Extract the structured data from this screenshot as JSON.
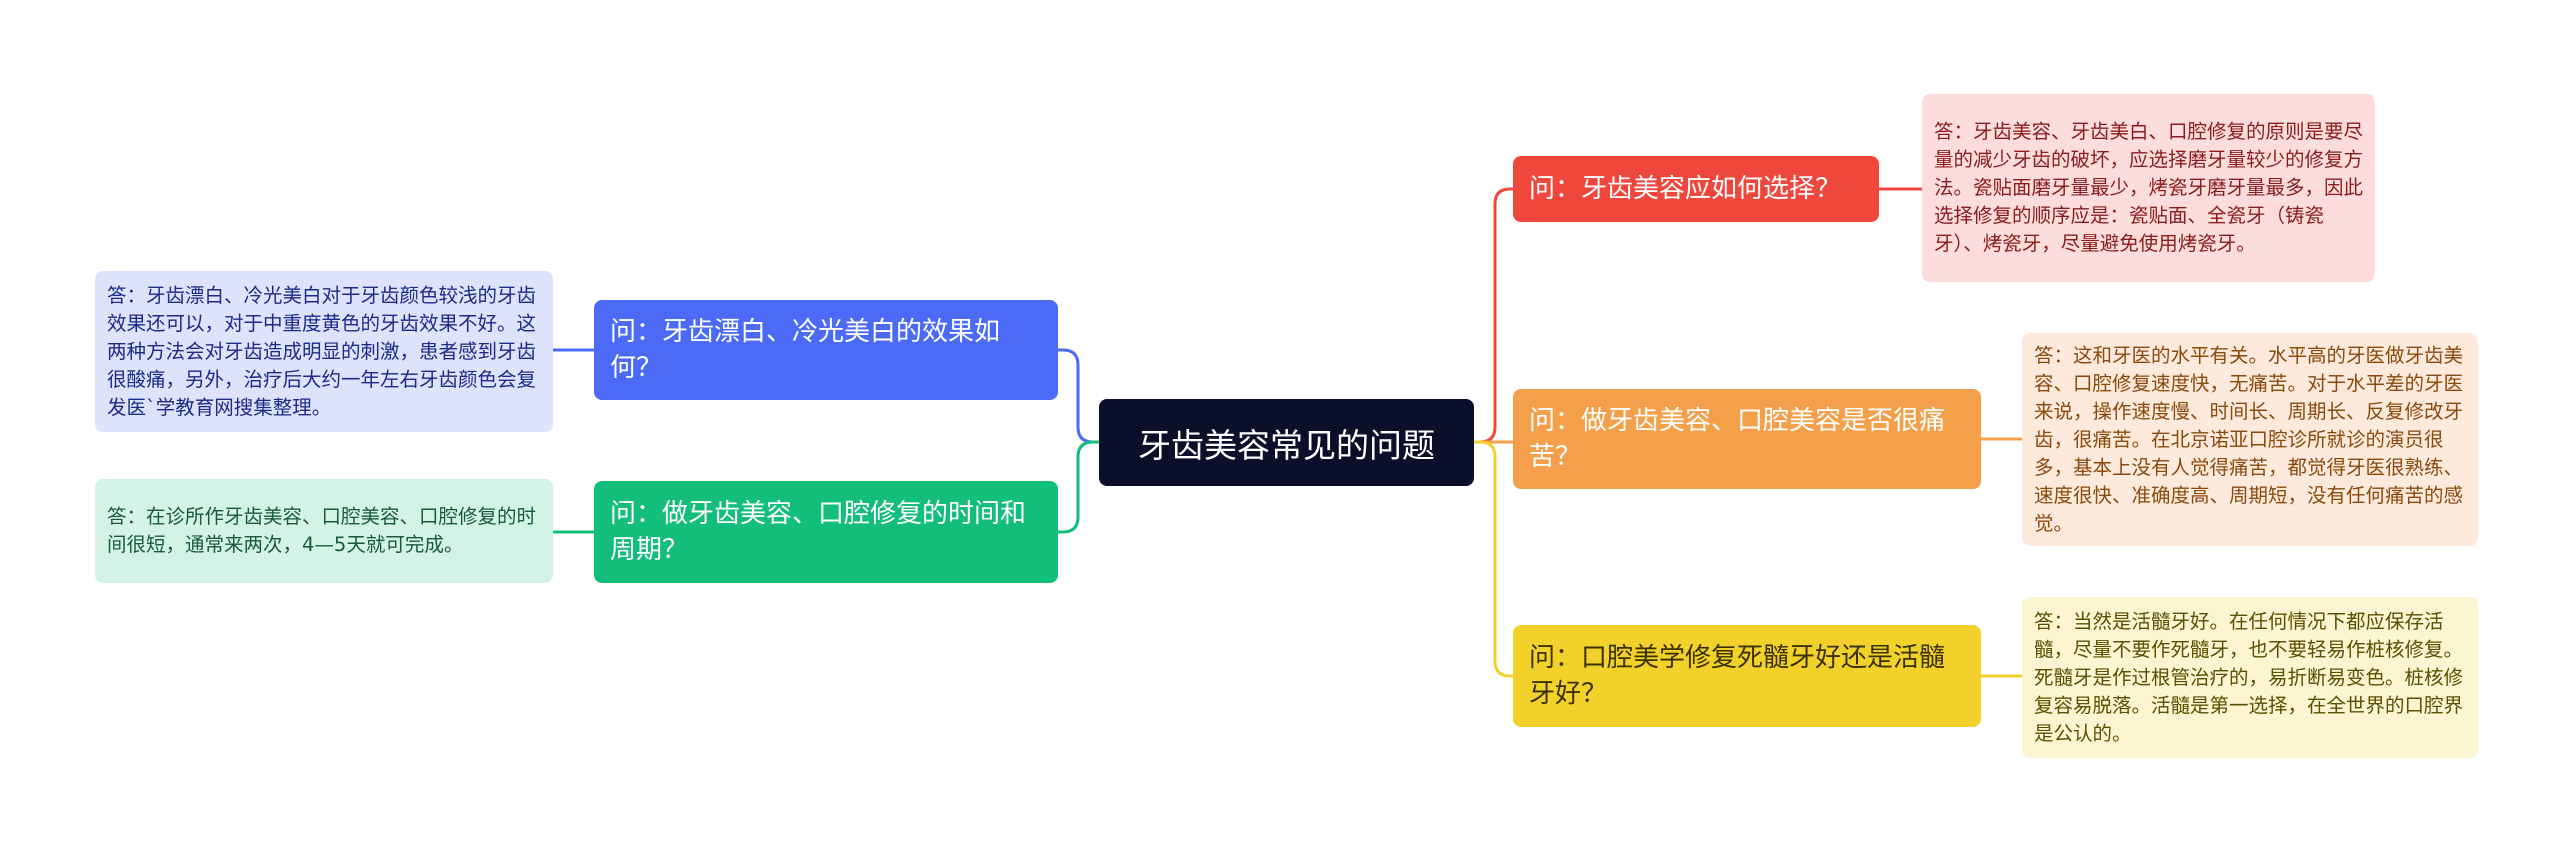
{
  "center": {
    "label": "牙齿美容常见的问题"
  },
  "colors": {
    "red": "#f0473d",
    "orange": "#f4a04b",
    "yellow": "#f2d12a",
    "blue": "#4b6bf6",
    "green": "#13bd7a",
    "center_bg": "#0b0f2a"
  },
  "right": [
    {
      "question": "问：牙齿美容应如何选择？",
      "answer": "答：牙齿美容、牙齿美白、口腔修复的原则是要尽量的减少牙齿的破坏，应选择磨牙量较少的修复方法。瓷贴面磨牙量最少，烤瓷牙磨牙量最多，因此选择修复的顺序应是：瓷贴面、全瓷牙（铸瓷牙）、烤瓷牙，尽量避免使用烤瓷牙。"
    },
    {
      "question": "问：做牙齿美容、口腔美容是否很痛苦？",
      "answer": "答：这和牙医的水平有关。水平高的牙医做牙齿美容、口腔修复速度快，无痛苦。对于水平差的牙医来说，操作速度慢、时间长、周期长、反复修改牙齿，很痛苦。在北京诺亚口腔诊所就诊的演员很多，基本上没有人觉得痛苦，都觉得牙医很熟练、速度很快、准确度高、周期短，没有任何痛苦的感觉。"
    },
    {
      "question": "问：口腔美学修复死髓牙好还是活髓牙好？",
      "answer": "答：当然是活髓牙好。在任何情况下都应保存活髓，尽量不要作死髓牙，也不要轻易作桩核修复。死髓牙是作过根管治疗的，易折断易变色。桩核修复容易脱落。活髓是第一选择，在全世界的口腔界是公认的。"
    }
  ],
  "left": [
    {
      "question": "问：牙齿漂白、冷光美白的效果如何？",
      "answer": "答：牙齿漂白、冷光美白对于牙齿颜色较浅的牙齿效果还可以，对于中重度黄色的牙齿效果不好。这两种方法会对牙齿造成明显的刺激，患者感到牙齿很酸痛，另外，治疗后大约一年左右牙齿颜色会复发医`学教育网搜集整理。"
    },
    {
      "question": "问：做牙齿美容、口腔修复的时间和周期？",
      "answer": "答：在诊所作牙齿美容、口腔美容、口腔修复的时间很短，通常来两次，4—5天就可完成。"
    }
  ]
}
